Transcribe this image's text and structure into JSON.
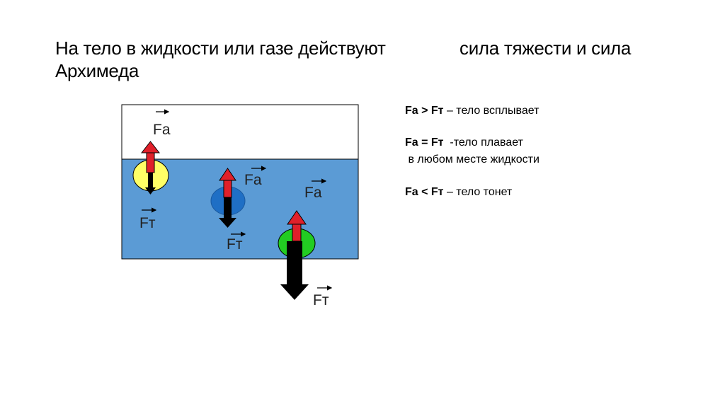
{
  "title": {
    "part1": "На тело в жидкости или газе действуют",
    "part2": "сила тяжести и сила",
    "part3": "Архимеда"
  },
  "diagram": {
    "colors": {
      "water": "#5b9bd5",
      "air": "#ffffff",
      "yellow_body": "#ffff66",
      "blue_body": "#1f6fc5",
      "green_body": "#22cc22",
      "archimedes_arrow": "#e0202a",
      "gravity_arrow": "#000000"
    },
    "labels": {
      "fa_above": "Fa",
      "ft_left": "Fт",
      "fa_middle": "Fa",
      "ft_middle": "Fт",
      "fa_right": "Fa",
      "ft_bottom": "Fт"
    }
  },
  "notes": {
    "case1_formula": "Fa > Fт",
    "case1_text": " – тело всплывает",
    "case2_formula": "Fa = Fт",
    "case2_text": "  -тело плавает",
    "case2_text2": " в любом месте жидкости",
    "case3_formula": "Fa < Fт",
    "case3_text": " – тело тонет"
  }
}
